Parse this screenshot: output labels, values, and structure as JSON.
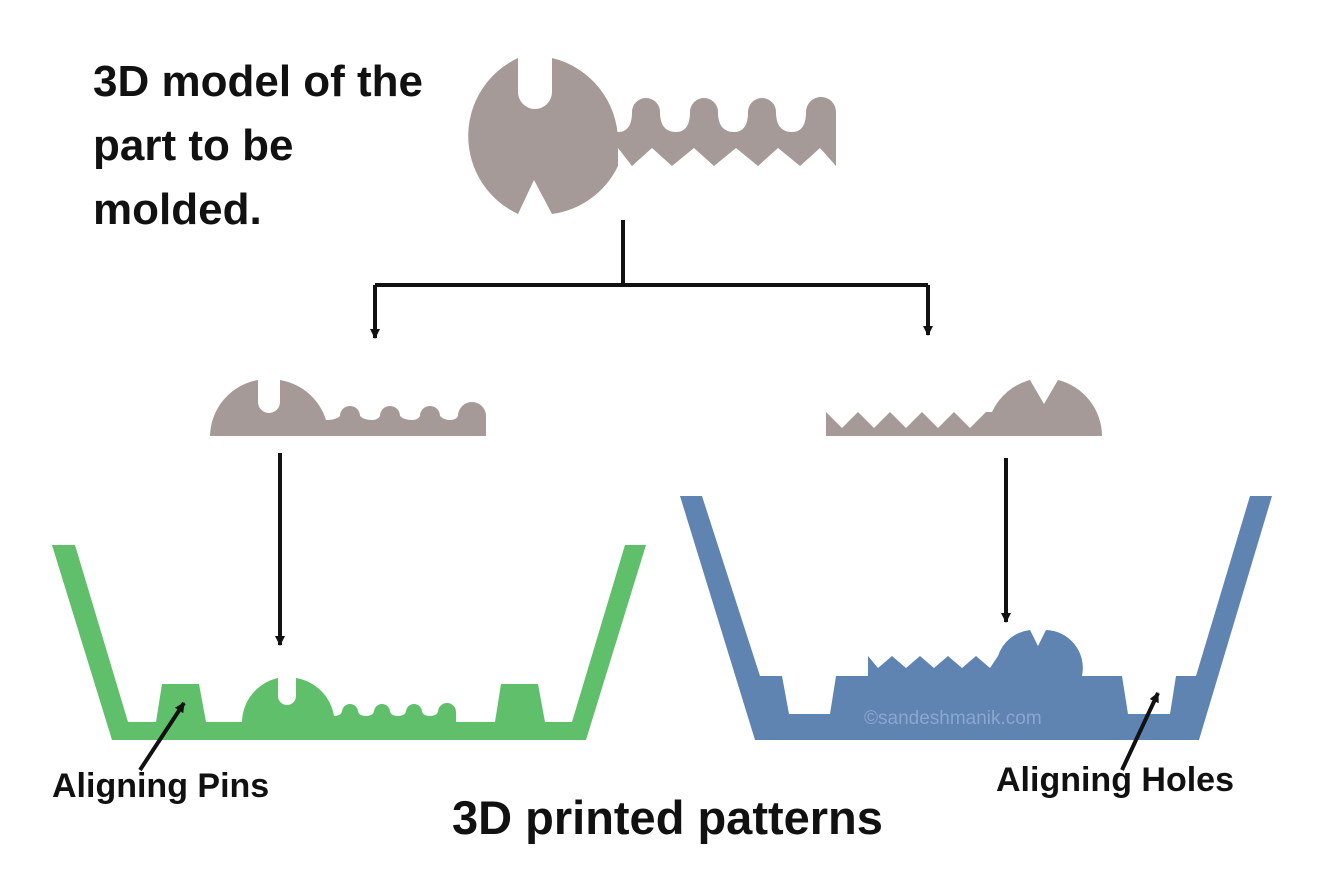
{
  "labels": {
    "model_title": "3D model of the part to be molded.",
    "aligning_pins": "Aligning Pins",
    "aligning_holes": "Aligning Holes",
    "patterns_title": "3D printed patterns",
    "watermark": "©sandeshmanik.com"
  },
  "colors": {
    "part_gray": "#a59a98",
    "pin_pattern_green": "#5fbf6a",
    "hole_pattern_blue": "#5f84b2",
    "arrow_black": "#111111",
    "watermark_text": "#8aa7cf",
    "background": "#ffffff"
  }
}
